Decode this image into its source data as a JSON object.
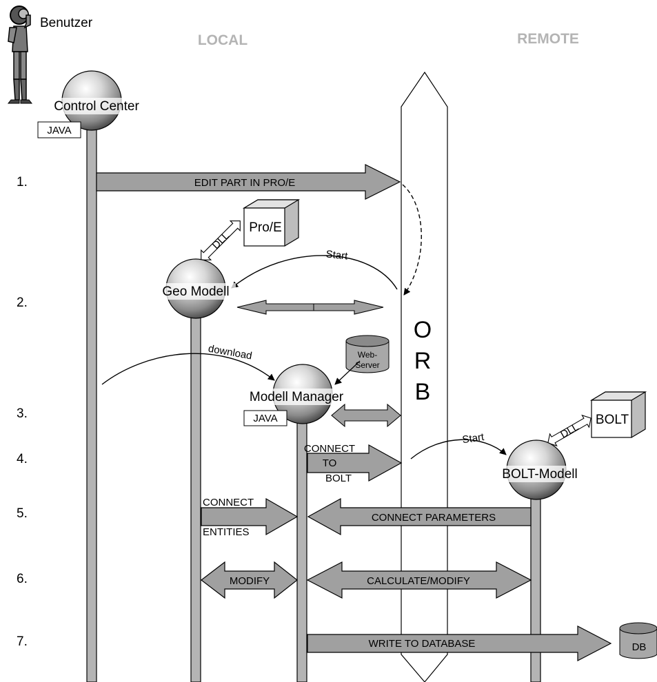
{
  "headers": {
    "local": "LOCAL",
    "remote": "REMOTE"
  },
  "user_label": "Benutzer",
  "orb": {
    "letters": [
      "O",
      "R",
      "B"
    ]
  },
  "nodes": {
    "control_center": "Control Center",
    "control_center_tag": "JAVA",
    "geo_modell": "Geo Modell",
    "modell_manager": "Modell Manager",
    "modell_manager_tag": "JAVA",
    "bolt_modell": "BOLT-Modell"
  },
  "boxes": {
    "proe": "Pro/E",
    "bolt": "BOLT"
  },
  "dll_labels": {
    "proe": "DLL",
    "bolt": "DLL"
  },
  "databases": {
    "webserver_line1": "Web-",
    "webserver_line2": "Server",
    "db": "DB"
  },
  "steps": [
    "1.",
    "2.",
    "3.",
    "4.",
    "5.",
    "6.",
    "7."
  ],
  "arrows": {
    "edit_part": "EDIT PART IN PRO/E",
    "connect_to_bolt_1": "CONNECT",
    "connect_to_bolt_2": "TO",
    "connect_to_bolt_3": "BOLT",
    "connect_entities_1": "CONNECT",
    "connect_entities_2": "ENTITIES",
    "connect_parameters": "CONNECT PARAMETERS",
    "modify": "MODIFY",
    "calculate_modify": "CALCULATE/MODIFY",
    "write_db": "WRITE TO DATABASE"
  },
  "curve_labels": {
    "start_geo": "Start",
    "download": "download",
    "start_bolt": "Start"
  }
}
